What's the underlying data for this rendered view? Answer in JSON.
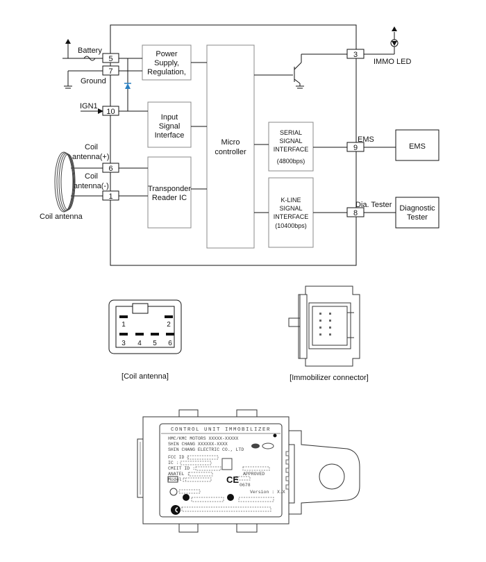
{
  "pins": {
    "p5": "5",
    "p7": "7",
    "p10": "10",
    "p6": "6",
    "p1": "1",
    "p3": "3",
    "p9": "9",
    "p8": "8"
  },
  "labels": {
    "battery": "Battery",
    "ground": "Ground",
    "ign1": "IGN1",
    "coil_pos_1": "Coil",
    "coil_pos_2": "antenna(+)",
    "coil_neg_1": "Coil",
    "coil_neg_2": "antenna(-)",
    "coil_antenna": "Coil antenna",
    "immo_led": "IMMO LED",
    "ems_line": "EMS",
    "dia_tester_line": "Dia. Tester"
  },
  "blocks": {
    "power_supply": [
      "Power",
      "Supply,",
      "Regulation,"
    ],
    "input_signal": [
      "Input",
      "Signal",
      "Interface"
    ],
    "transponder": [
      "Transponder",
      "Reader IC"
    ],
    "microcontroller": [
      "Micro",
      "controller"
    ],
    "serial_interface": [
      "SERIAL",
      "SIGNAL",
      "INTERFACE",
      "(4800bps)"
    ],
    "kline_interface": [
      "K-LINE",
      "SIGNAL",
      "INTERFACE",
      "(10400bps)"
    ],
    "ems": "EMS",
    "diagnostic_tester": [
      "Diagnostic",
      "Tester"
    ]
  },
  "connector_coil": {
    "pins_top": [
      "1",
      "2"
    ],
    "pins_bottom": [
      "3",
      "4",
      "5",
      "6"
    ],
    "caption": "[Coil antenna]"
  },
  "connector_immo": {
    "caption": "[Immobilizer connector]"
  },
  "unit_label": {
    "title": "CONTROL UNIT IMMOBILIZER",
    "line1": "HMC/KMC MOTORS XXXXX-XXXXX",
    "line2": "SHIN CHANG XXXXXX-XXXX",
    "line3": "SHIN CHANG ELECTRIC CO., LTD",
    "fcc": "FCC ID :",
    "ic": "IC :",
    "cmiit": "CMIIT ID :",
    "anatel": "ANATEL :",
    "model": "Model :",
    "approved": "APPROVED",
    "ce_number": "0678",
    "version": "Version : X.X"
  }
}
